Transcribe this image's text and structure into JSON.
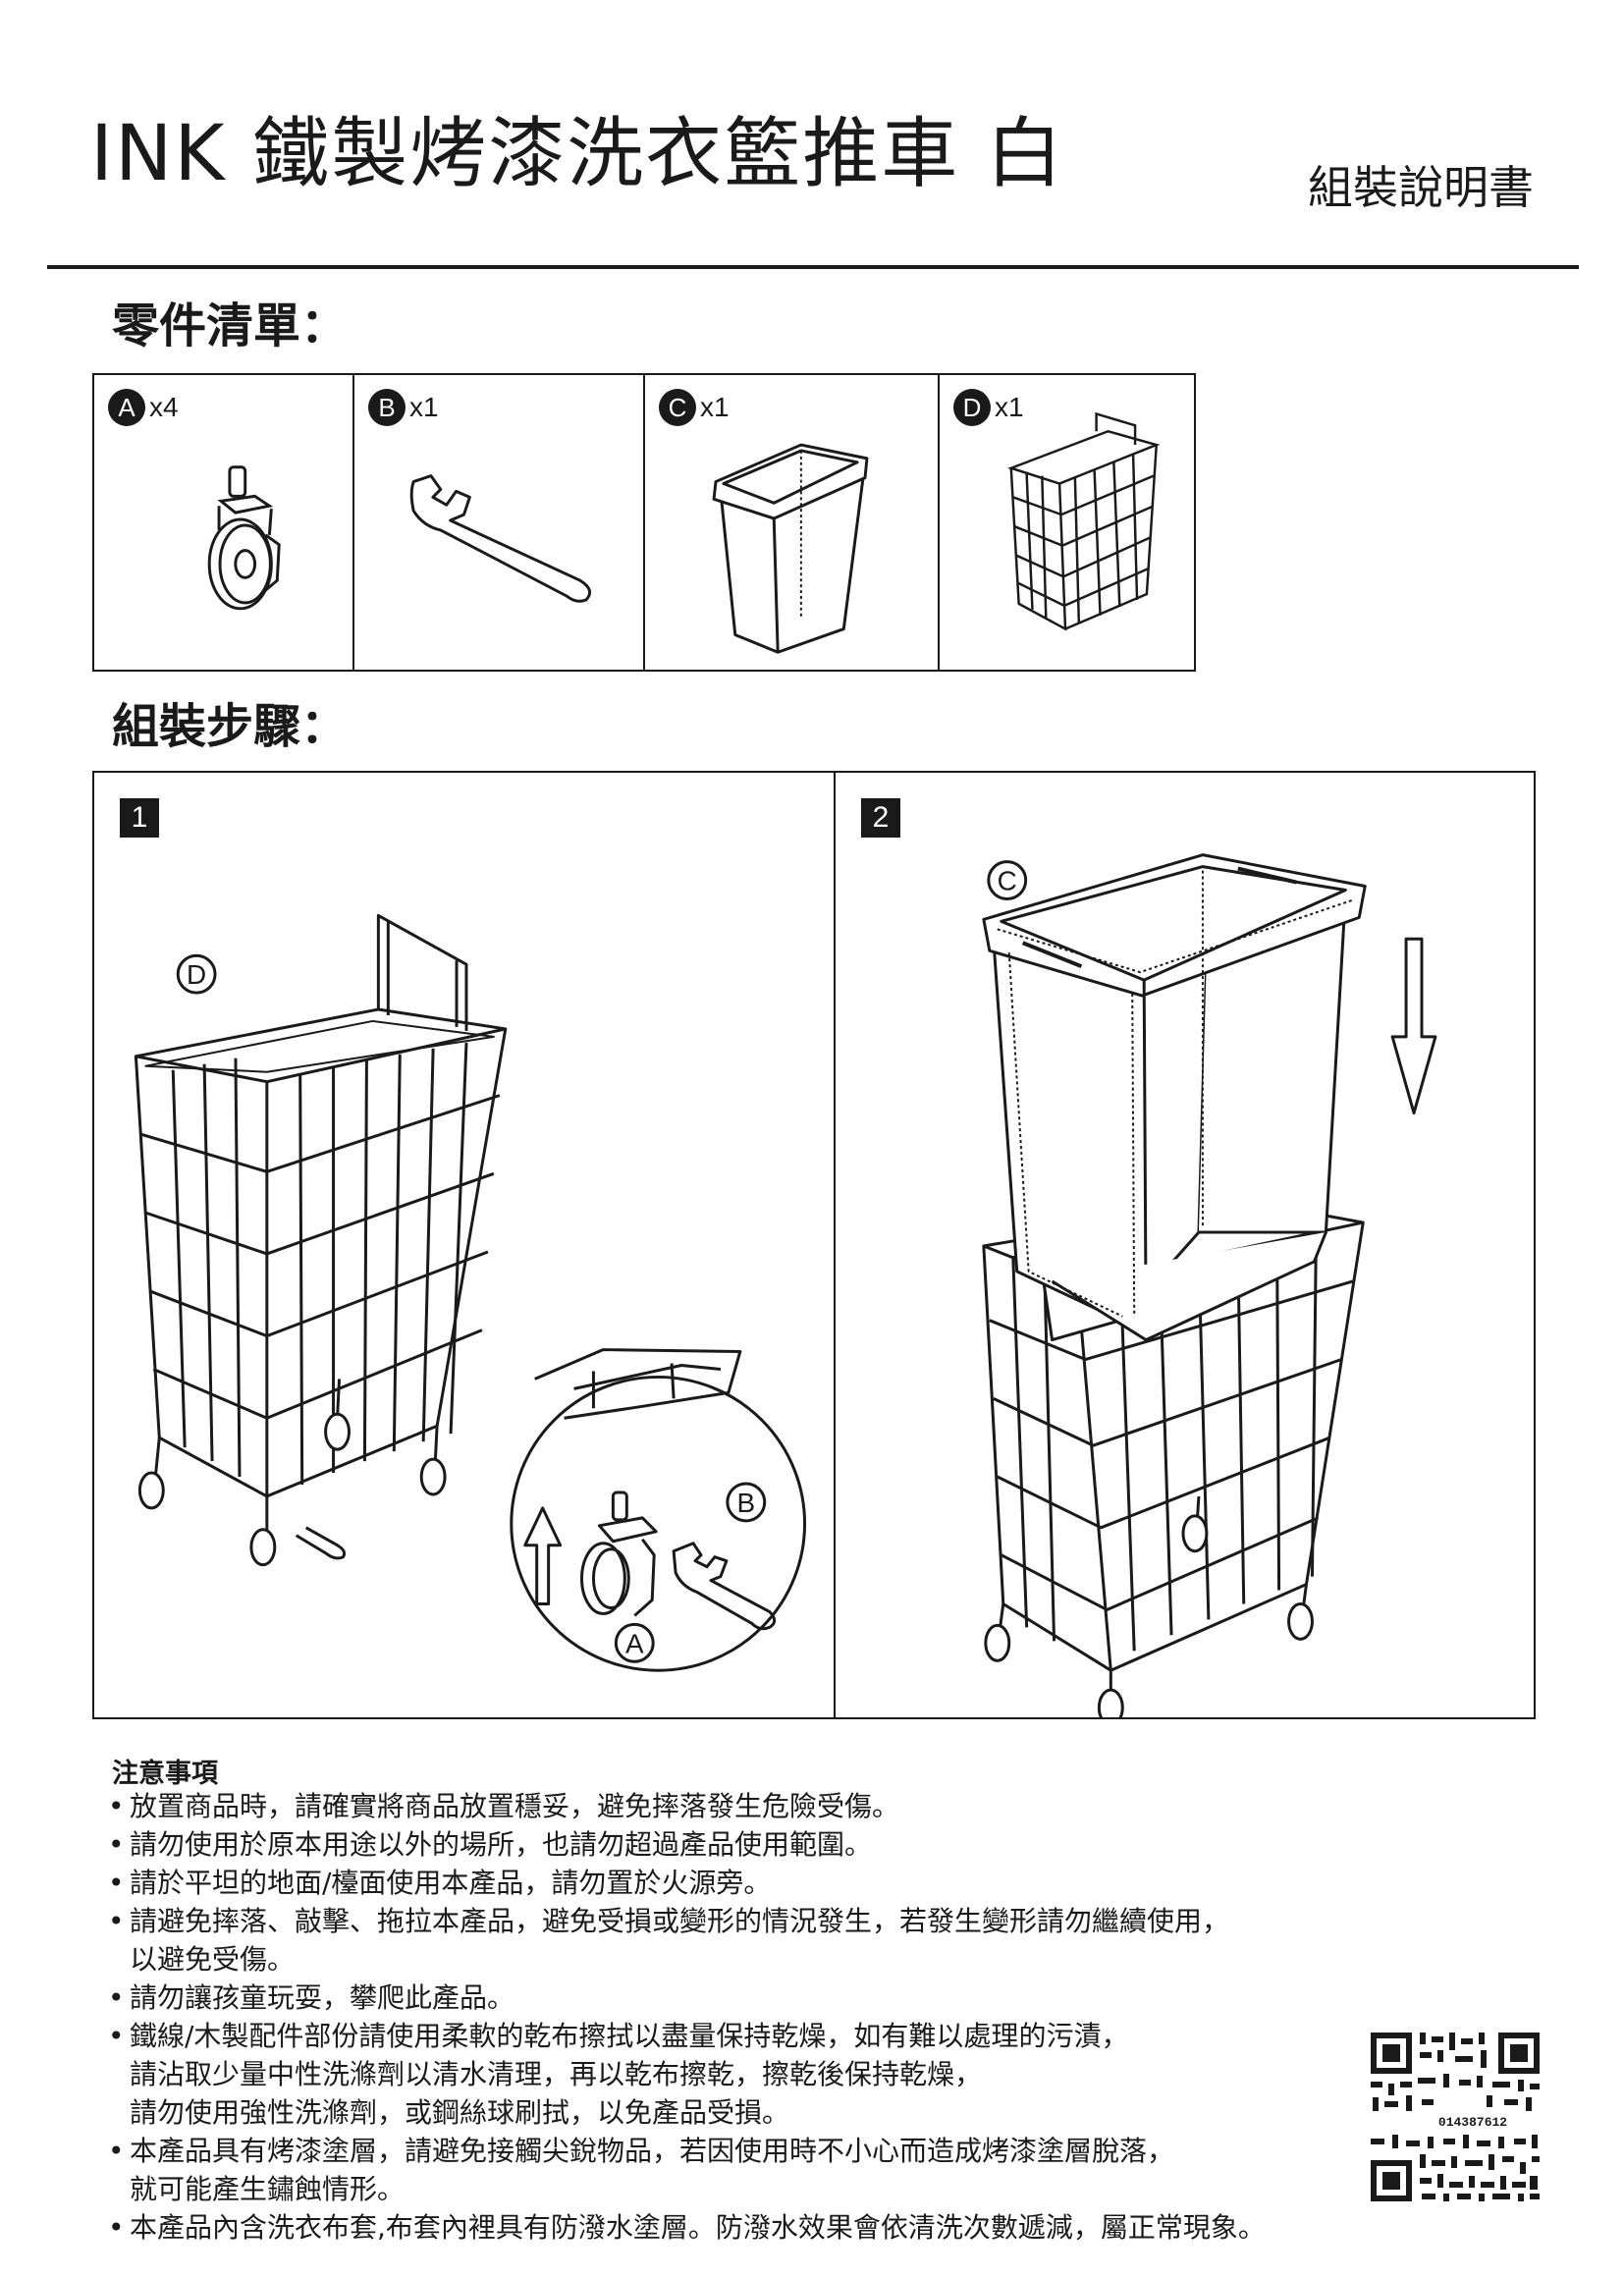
{
  "header": {
    "title": "INK 鐵製烤漆洗衣籃推車 白",
    "subtitle": "組裝說明書"
  },
  "parts_section": {
    "heading": "零件清單：",
    "parts": [
      {
        "letter": "A",
        "qty": "x4",
        "icon": "caster-wheel-icon"
      },
      {
        "letter": "B",
        "qty": "x1",
        "icon": "wrench-icon"
      },
      {
        "letter": "C",
        "qty": "x1",
        "icon": "fabric-liner-icon"
      },
      {
        "letter": "D",
        "qty": "x1",
        "icon": "wire-basket-icon"
      }
    ]
  },
  "assembly_section": {
    "heading": "組裝步驟：",
    "steps": [
      {
        "number": "1",
        "labels": [
          "D",
          "B",
          "A"
        ]
      },
      {
        "number": "2",
        "labels": [
          "C"
        ]
      }
    ]
  },
  "notes": {
    "title": "注意事項",
    "items": [
      [
        "放置商品時，請確實將商品放置穩妥，避免摔落發生危險受傷。"
      ],
      [
        "請勿使用於原本用途以外的場所，也請勿超過產品使用範圍。"
      ],
      [
        "請於平坦的地面/檯面使用本產品，請勿置於火源旁。"
      ],
      [
        "請避免摔落、敲擊、拖拉本產品，避免受損或變形的情況發生，若發生變形請勿繼續使用，",
        "以避免受傷。"
      ],
      [
        "請勿讓孩童玩耍，攀爬此產品。"
      ],
      [
        "鐵線/木製配件部份請使用柔軟的乾布擦拭以盡量保持乾燥，如有難以處理的污漬，",
        "請沾取少量中性洗滌劑以清水清理，再以乾布擦乾，擦乾後保持乾燥，",
        "請勿使用強性洗滌劑，或鋼絲球刷拭，以免產品受損。"
      ],
      [
        "本產品具有烤漆塗層，請避免接觸尖銳物品，若因使用時不小心而造成烤漆塗層脫落，",
        "就可能產生鏽蝕情形。"
      ],
      [
        "本產品內含洗衣布套,布套內裡具有防潑水塗層。防潑水效果會依清洗次數遞減，屬正常現象。"
      ]
    ]
  },
  "qr_code": {
    "text": "014387612"
  }
}
